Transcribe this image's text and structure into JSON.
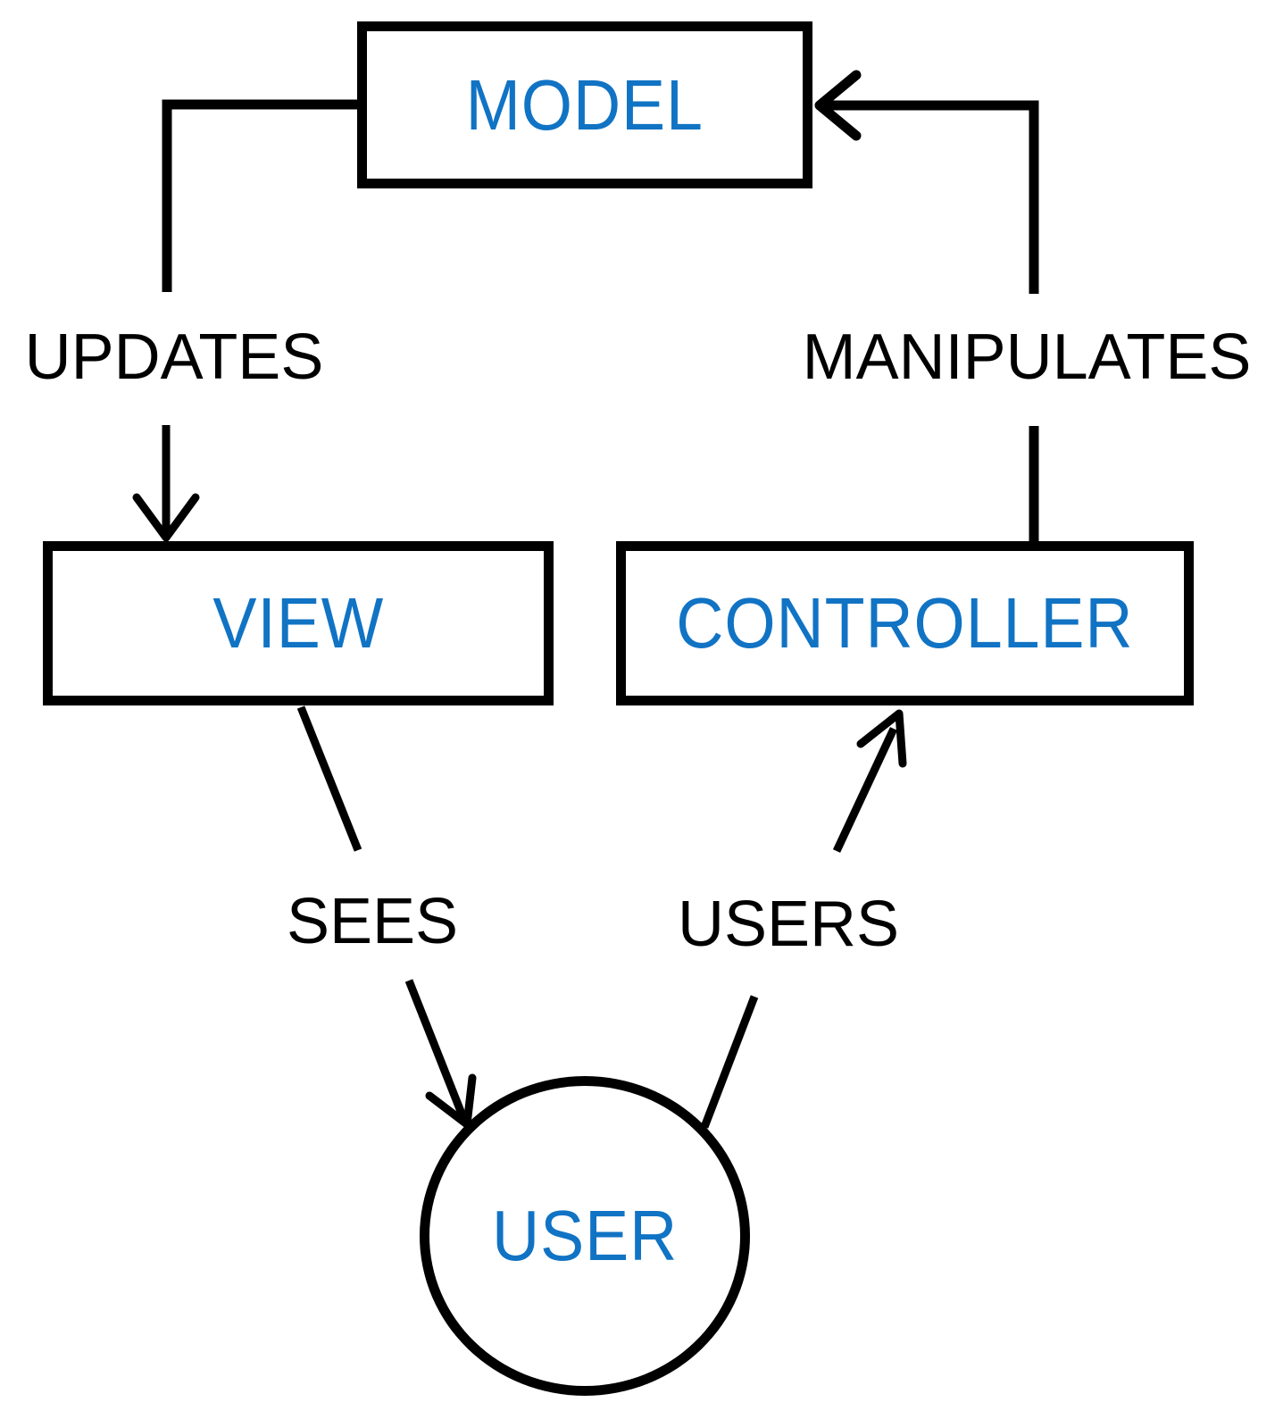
{
  "diagram": {
    "type": "flowchart",
    "colors": {
      "node_text": "#1173C4",
      "edge_label_text": "#000000",
      "line": "#000000",
      "background": "#FFFFFF"
    },
    "nodes": {
      "model": {
        "label": "MODEL",
        "shape": "rectangle"
      },
      "view": {
        "label": "VIEW",
        "shape": "rectangle"
      },
      "controller": {
        "label": "CONTROLLER",
        "shape": "rectangle"
      },
      "user": {
        "label": "USER",
        "shape": "circle"
      }
    },
    "edges": {
      "updates": {
        "label": "UPDATES",
        "from": "model",
        "to": "view"
      },
      "manipulates": {
        "label": "MANIPULATES",
        "from": "controller",
        "to": "model"
      },
      "sees": {
        "label": "SEES",
        "from": "view",
        "to": "user"
      },
      "users": {
        "label": "USERS",
        "from": "user",
        "to": "controller"
      }
    }
  }
}
